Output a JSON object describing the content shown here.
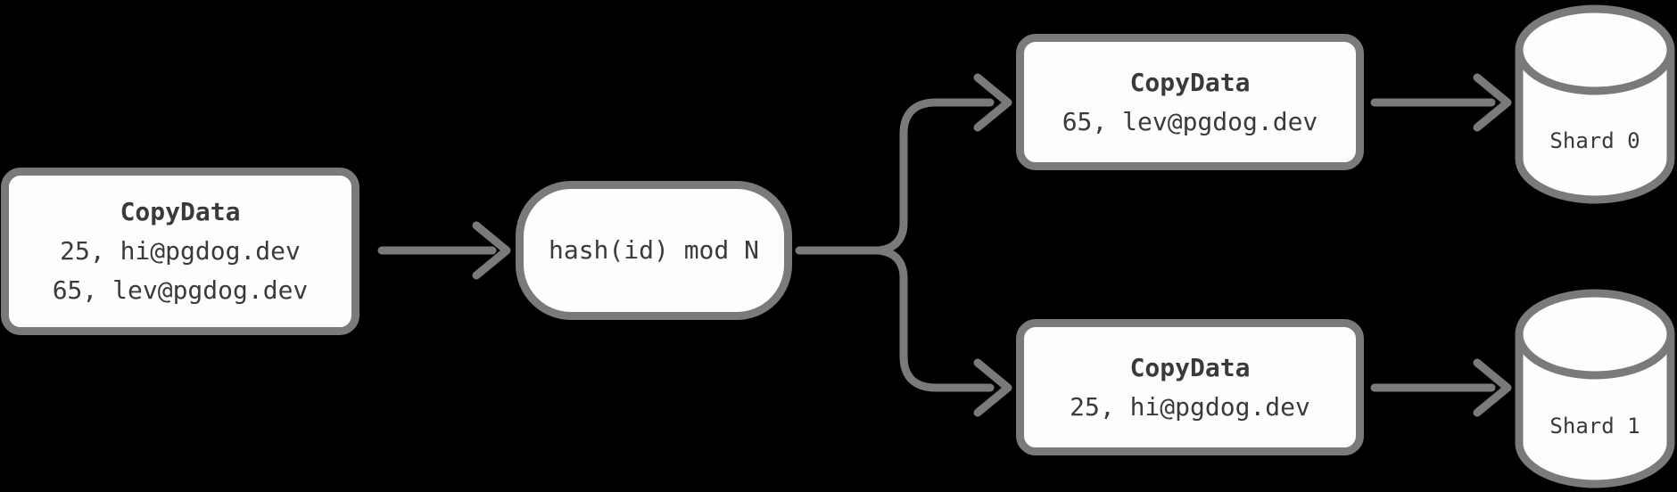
{
  "colors": {
    "bg": "#000000",
    "stroke": "#7a7a7a",
    "fill": "#fdfdfd",
    "text": "#3a3a3a"
  },
  "nodes": {
    "source": {
      "title": "CopyData",
      "rows": [
        "25, hi@pgdog.dev",
        "65, lev@pgdog.dev"
      ]
    },
    "hash": {
      "label": "hash(id) mod N"
    },
    "shard0_msg": {
      "title": "CopyData",
      "rows": [
        "65, lev@pgdog.dev"
      ]
    },
    "shard1_msg": {
      "title": "CopyData",
      "rows": [
        "25, hi@pgdog.dev"
      ]
    },
    "shard0_db": {
      "label": "Shard 0"
    },
    "shard1_db": {
      "label": "Shard 1"
    }
  }
}
